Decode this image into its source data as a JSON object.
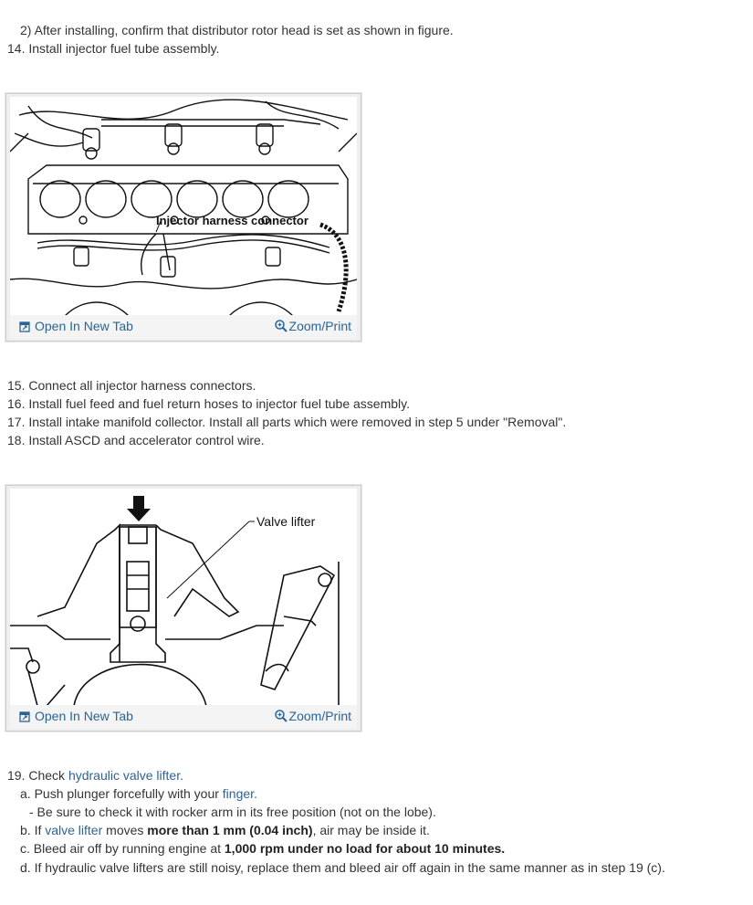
{
  "steps_top": {
    "sub2": "2) After installing, confirm that distributor rotor head is set as shown in figure.",
    "s14": "14. Install injector fuel tube assembly."
  },
  "figure1": {
    "callout": "Injector harness connector",
    "open_label": "Open In New Tab",
    "zoom_label": "Zoom/Print",
    "open_icon": "open-in-new-tab-icon",
    "zoom_icon": "magnifier-icon"
  },
  "steps_mid": {
    "s15": "15. Connect all injector harness connectors.",
    "s16": "16. Install fuel feed and fuel return hoses to injector fuel tube assembly.",
    "s17": "17. Install intake manifold collector. Install all parts which were removed in step 5 under \"Removal\".",
    "s18": "18. Install ASCD and accelerator control wire."
  },
  "figure2": {
    "callout": "Valve lifter",
    "open_label": "Open In New Tab",
    "zoom_label": "Zoom/Print"
  },
  "steps_bottom": {
    "s19_prefix": "19. Check ",
    "s19_link": "hydraulic valve lifter",
    "s19_suffix": ".",
    "a_prefix": "a. Push plunger forcefully with your ",
    "a_link": "finger",
    "a_suffix": ".",
    "a_note": "- Be sure to check it with rocker arm in its free position (not on the lobe).",
    "b_prefix": "b. If ",
    "b_link": "valve lifter",
    "b_mid": " moves ",
    "b_bold": "more than 1 mm (0.04 inch)",
    "b_suffix": ", air may be inside it.",
    "c_prefix": "c. Bleed air off by running engine at ",
    "c_bold": "1,000 rpm under no load for about 10 minutes.",
    "d": "d. If hydraulic valve lifters are still noisy, replace them and bleed air off again in the same manner as in step 19 (c)."
  },
  "colors": {
    "link": "#2a6496",
    "text": "#333333",
    "frame": "#eeeeee"
  }
}
